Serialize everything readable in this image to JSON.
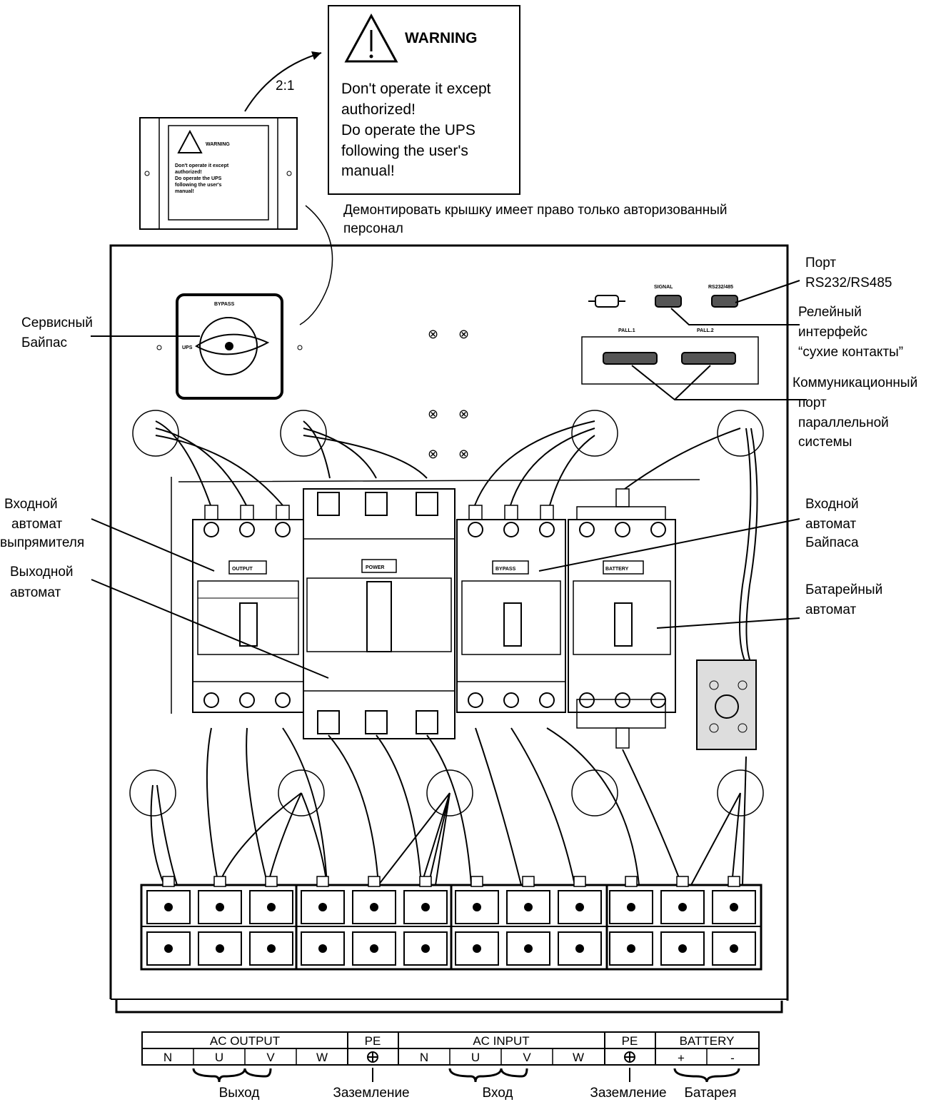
{
  "scale_label": "2:1",
  "warning": {
    "title": "WARNING",
    "lines": [
      "Don't operate it except",
      "authorized!",
      "Do operate the UPS",
      "following the user's",
      "manual!"
    ]
  },
  "small_warning": {
    "title": "WARNING",
    "lines": [
      "Don't operate it except",
      "authorized!",
      "Do operate the UPS",
      "following the user's",
      "manual!"
    ]
  },
  "cover_note": [
    "Демонтировать крышку имеет право только авторизованный",
    "персонал"
  ],
  "callouts": {
    "service_bypass": [
      "Сервисный",
      "Байпас"
    ],
    "port": [
      "Порт",
      "RS232/RS485"
    ],
    "relay": [
      "Релейный",
      "интерфейс",
      "“сухие контакты”"
    ],
    "comm": [
      "Коммуникационный",
      "порт",
      "параллельной",
      "системы"
    ],
    "rectifier_input": [
      "Входной",
      "автомат",
      "выпрямителя"
    ],
    "output_breaker": [
      "Выходной",
      "автомат"
    ],
    "bypass_input": [
      "Входной",
      "автомат",
      "Байпаса"
    ],
    "battery_breaker": [
      "Батарейный",
      "автомат"
    ]
  },
  "panel_labels": {
    "bypass_switch": "BYPASS",
    "ups": "UPS",
    "signal": "SIGNAL",
    "rs232": "RS232/485",
    "para1": "PALL.1",
    "para2": "PALL.2"
  },
  "breakers": {
    "output": "OUTPUT",
    "power": "POWER",
    "bypass": "BYPASS",
    "battery": "BATTERY"
  },
  "terminal_table": {
    "groups": [
      "AC OUTPUT",
      "PE",
      "AC INPUT",
      "PE",
      "BATTERY"
    ],
    "cells": [
      "N",
      "U",
      "V",
      "W",
      "",
      "N",
      "U",
      "V",
      "W",
      "",
      "+",
      "-"
    ],
    "captions": [
      "Выход",
      "Заземление",
      "Вход",
      "Заземление",
      "Батарея"
    ]
  }
}
